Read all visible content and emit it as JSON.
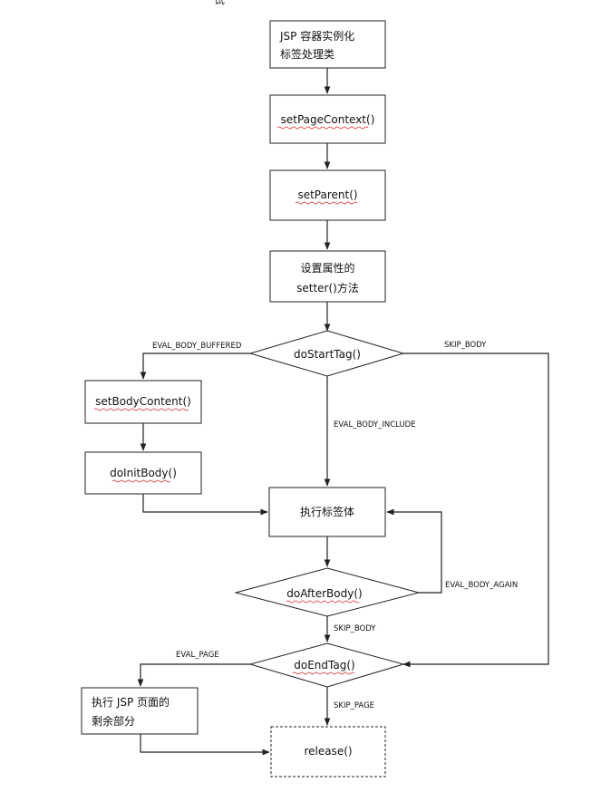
{
  "stray_glyph": "试",
  "nodes": {
    "instantiate": {
      "line1": "JSP 容器实例化",
      "line2": "标签处理类"
    },
    "set_page_context": "setPageContext()",
    "set_parent": "setParent()",
    "setters": {
      "line1": "设置属性的",
      "line2": "setter()方法"
    },
    "do_start_tag": "doStartTag()",
    "set_body_content": "setBodyContent()",
    "do_init_body": "doInitBody()",
    "execute_body": "执行标签体",
    "do_after_body": "doAfterBody()",
    "do_end_tag": "doEndTag()",
    "execute_page_rest": {
      "line1": "执行 JSP 页面的",
      "line2": "剩余部分"
    },
    "release": "release()"
  },
  "edge_labels": {
    "eval_body_buffered": "EVAL_BODY_BUFFERED",
    "skip_body_start": "SKIP_BODY",
    "eval_body_include": "EVAL_BODY_INCLUDE",
    "eval_body_again": "EVAL_BODY_AGAIN",
    "skip_body_after": "SKIP_BODY",
    "eval_page": "EVAL_PAGE",
    "skip_page": "SKIP_PAGE"
  }
}
